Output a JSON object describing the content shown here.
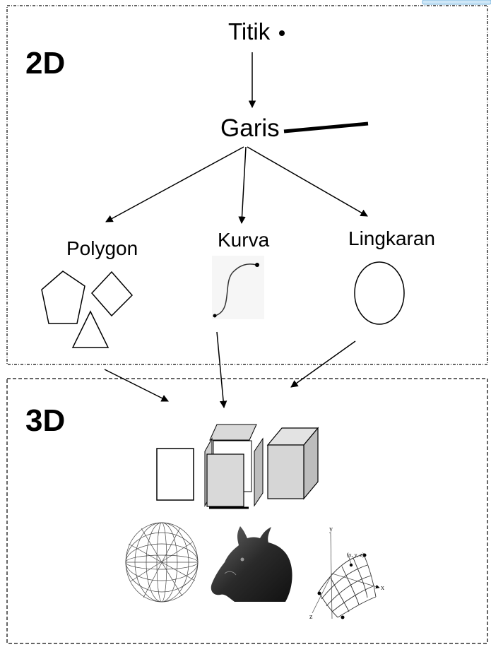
{
  "sections": {
    "top_label": "2D",
    "bottom_label": "3D"
  },
  "nodes": {
    "titik": "Titik",
    "garis": "Garis",
    "polygon": "Polygon",
    "kurva": "Kurva",
    "lingkaran": "Lingkaran"
  },
  "surface_plot": {
    "axis_y": "y",
    "axis_x": "x",
    "axis_z": "z",
    "point_label": "(x, y, z)"
  },
  "colors": {
    "line": "#000000",
    "box_gray": "#d9d9d9",
    "border_dash": "#555555"
  }
}
